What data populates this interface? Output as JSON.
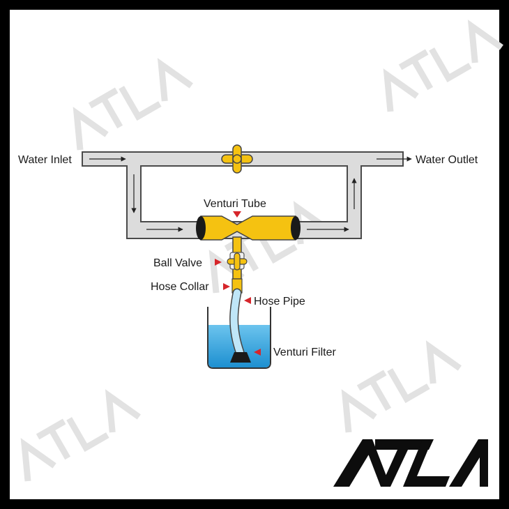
{
  "brand": {
    "name": "ATLA"
  },
  "labels": {
    "water_inlet": "Water Inlet",
    "water_outlet": "Water Outlet",
    "venturi_tube": "Venturi Tube",
    "ball_valve": "Ball Valve",
    "hose_collar": "Hose Collar",
    "hose_pipe": "Hose Pipe",
    "venturi_filter": "Venturi Filter"
  },
  "colors": {
    "frame": "#000000",
    "background": "#ffffff",
    "pipe_fill": "#dcdcdc",
    "pipe_stroke": "#4a4a4a",
    "venturi_yellow": "#f5c211",
    "water_blue": "#2a9fd8",
    "marker_red": "#d6262b"
  }
}
